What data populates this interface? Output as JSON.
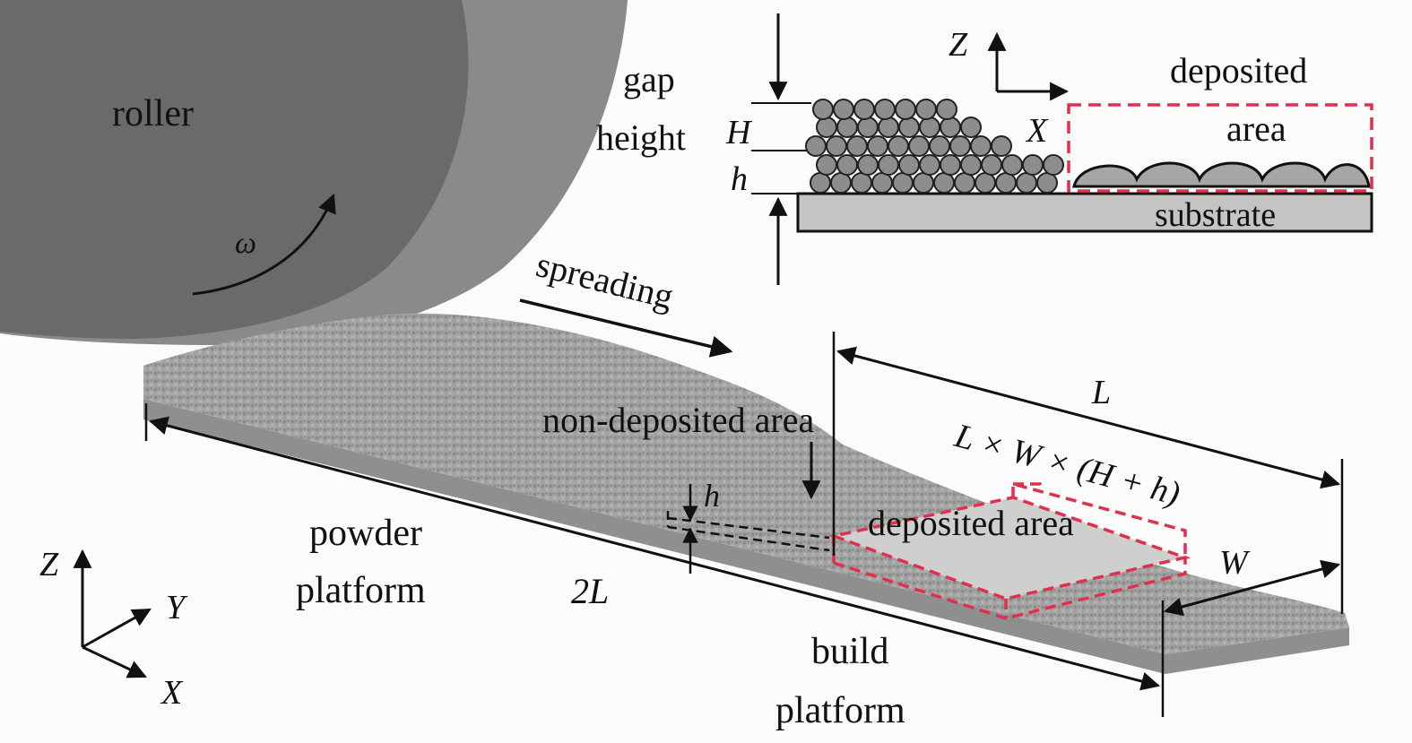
{
  "colors": {
    "background": "#fbfbfb",
    "roller_dark": "#6a6a6a",
    "roller_light": "#8a8a8a",
    "powder": "#9a9a9a",
    "substrate": "#c4c4c4",
    "dashed_red": "#e0304e",
    "ink": "#111111"
  },
  "labels": {
    "roller": "roller",
    "omega": "ω",
    "spreading": "spreading",
    "non_deposited_area": "non-deposited area",
    "deposited_area_3d": "deposited area",
    "powder_platform_line1": "powder",
    "powder_platform_line2": "platform",
    "build_platform_line1": "build",
    "build_platform_line2": "platform",
    "two_L": "2L",
    "L": "L",
    "W": "W",
    "volume": "L × W × (H + h)",
    "h_3d": "h"
  },
  "axes_3d": {
    "z": "Z",
    "y": "Y",
    "x": "X"
  },
  "inset": {
    "gap_line1": "gap",
    "gap_line2": "height",
    "H": "H",
    "h": "h",
    "axis_z": "Z",
    "axis_x": "X",
    "deposited_line1": "deposited",
    "deposited_line2": "area",
    "substrate": "substrate"
  }
}
